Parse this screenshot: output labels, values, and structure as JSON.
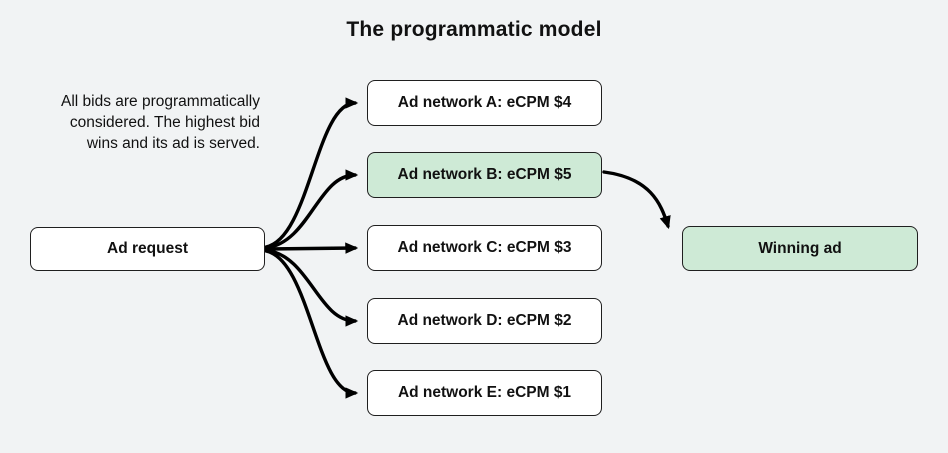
{
  "title": "The programmatic model",
  "description": {
    "line1": "All bids are programmatically",
    "line2": "considered. The highest bid",
    "line3": "wins and its ad is served."
  },
  "nodes": {
    "ad_request": {
      "label": "Ad request"
    },
    "network_a": {
      "label": "Ad network A: eCPM $4"
    },
    "network_b": {
      "label": "Ad network B: eCPM $5",
      "highlighted": true
    },
    "network_c": {
      "label": "Ad network C: eCPM $3"
    },
    "network_d": {
      "label": "Ad network D: eCPM $2"
    },
    "network_e": {
      "label": "Ad network E: eCPM $1"
    },
    "winning_ad": {
      "label": "Winning ad",
      "highlighted": true
    }
  },
  "colors": {
    "background": "#f1f3f4",
    "box_fill": "#ffffff",
    "highlight_fill": "#ceead6",
    "border": "#1f1f1f",
    "arrow": "#000000"
  }
}
